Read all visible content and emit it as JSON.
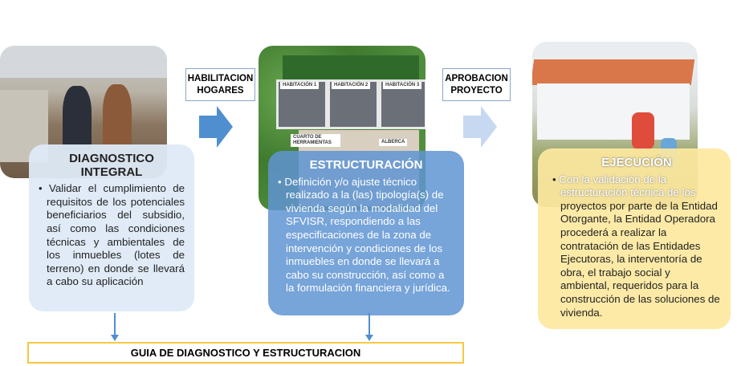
{
  "steps": [
    {
      "title": "DIAGNOSTICO INTEGRAL",
      "text": "Validar el cumplimiento de requisitos de los potenciales beneficiarios del subsidio, así como las condiciones técnicas y ambientales de los inmuebles (lotes de terreno) en donde se llevará a cabo su aplicación"
    },
    {
      "title": "ESTRUCTURACIÓN",
      "text": "Definición y/o ajuste técnico realizado a la (las) tipología(s) de vivienda según la modalidad del SFVISR, respondiendo a las especificaciones de la zona de intervención y condiciones de los inmuebles en donde se llevará a cabo su construcción, así como a la formulación financiera y jurídica."
    },
    {
      "title": "EJECUCIÓN",
      "text_light": "Con la validación de la estructuración técnica de los",
      "text": "proyectos por parte de la Entidad Otorgante, la Entidad Operadora procederá a realizar la contratación de las Entidades Ejecutoras, la interventoría de obra, el trabajo social y ambiental, requeridos para la construcción de las soluciones de vivienda."
    }
  ],
  "transitions": [
    {
      "label": "HABILITACION HOGARES",
      "color": "#4f8fd0"
    },
    {
      "label": "APROBACION PROYECTO",
      "color": "#c6d9f0"
    }
  ],
  "plan_labels": [
    "HABITACIÓN 1",
    "HABITACIÓN 2",
    "HABITACIÓN 3",
    "CUARTO DE HERRAMIENTAS",
    "ALBERCA"
  ],
  "bottom_label": "GUIA DE DIAGNOSTICO Y ESTRUCTURACION"
}
